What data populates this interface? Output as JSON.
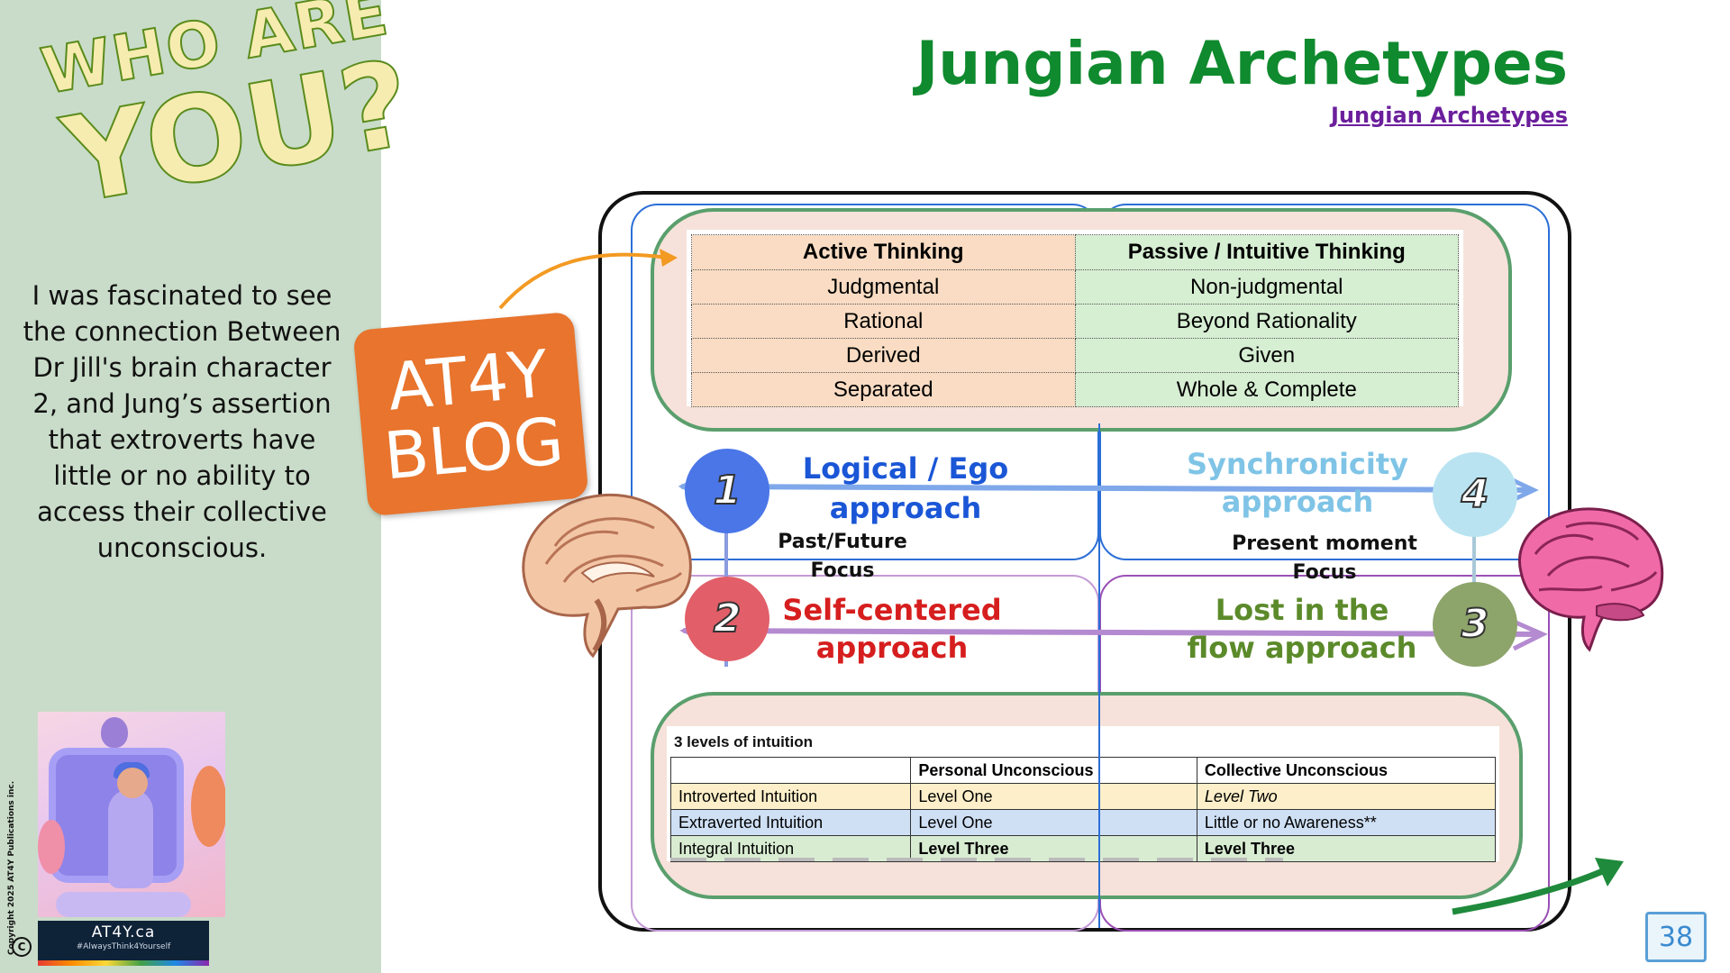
{
  "sidebar": {
    "heading_line1": "WHO ARE",
    "heading_line2": "YOU?",
    "blurb": "I was fascinated to see the connection Between Dr Jill's brain character 2,  and Jung’s assertion that extroverts have little or no ability to access their collective unconscious.",
    "brand_title": "AT4Y.ca",
    "brand_tagline": "#AlwaysThink4Yourself",
    "copyright": "Copyright 2025 AT4Y Publications inc.",
    "copyright_symbol": "C"
  },
  "header": {
    "title": "Jungian Archetypes",
    "link_text": "Jungian Archetypes",
    "title_color": "#0f8a2e",
    "link_color": "#6b1f9c"
  },
  "blog_badge": {
    "line1": "AT4Y",
    "line2": "BLOG",
    "color": "#e8742d"
  },
  "thinking_table": {
    "headers": [
      "Active Thinking",
      "Passive / Intuitive Thinking"
    ],
    "rows": [
      [
        "Judgmental",
        "Non-judgmental"
      ],
      [
        "Rational",
        "Beyond Rationality"
      ],
      [
        "Derived",
        "Given"
      ],
      [
        "Separated",
        "Whole & Complete"
      ]
    ]
  },
  "quadrants": {
    "q1": {
      "number": "1",
      "label_line1": "Logical  / Ego",
      "label_line2": "approach",
      "color": "#1a56d6"
    },
    "q2": {
      "number": "2",
      "label_line1": "Self-centered",
      "label_line2": "approach",
      "color": "#d61e1e"
    },
    "q3": {
      "number": "3",
      "label_line1": "Lost in the",
      "label_line2": "flow approach",
      "color": "#5b8a2a"
    },
    "q4": {
      "number": "4",
      "label_line1": "Synchronicity",
      "label_line2": "approach",
      "color": "#7fc4e6"
    },
    "focus_left_line1": "Past/Future",
    "focus_left_line2": "Focus",
    "focus_right_line1": "Present moment",
    "focus_right_line2": "Focus"
  },
  "intuition_table": {
    "caption": "3 levels of intuition",
    "headers": [
      "",
      "Personal Unconscious",
      "Collective Unconscious"
    ],
    "rows": [
      [
        "Introverted Intuition",
        "Level One",
        "Level Two"
      ],
      [
        "Extraverted Intuition",
        "Level One",
        "Little or no Awareness**"
      ],
      [
        "Integral Intuition",
        "Level Three",
        "Level Three"
      ]
    ]
  },
  "page_number": "38"
}
